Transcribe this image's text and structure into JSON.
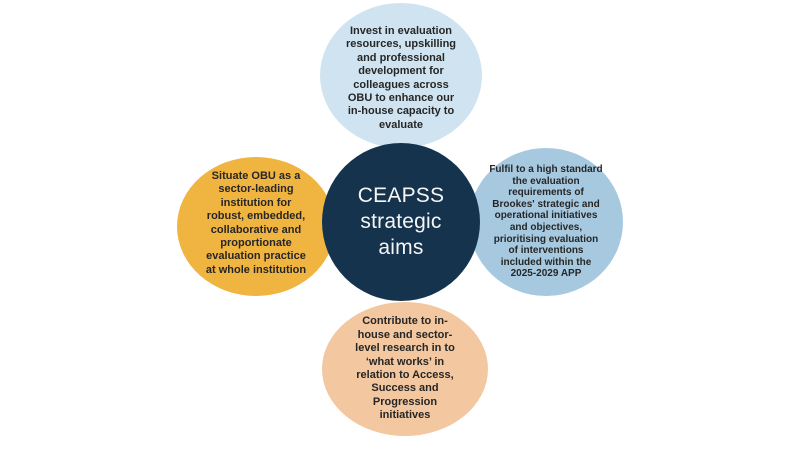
{
  "diagram": {
    "center": {
      "label": "CEAPSS\nstrategic\naims",
      "color": "#16334d",
      "text_color": "#f6f6f4"
    },
    "nodes": [
      {
        "id": "invest",
        "position": "top",
        "color": "#cfe4f0",
        "text_color": "#262626",
        "text": "Invest in evaluation\nresources, upskilling\nand professional\ndevelopment for\ncolleagues across\nOBU to enhance our\nin-house capacity to\nevaluate"
      },
      {
        "id": "situate",
        "position": "left",
        "color": "#f0b441",
        "text_color": "#262626",
        "text": "Situate OBU as a\nsector-leading\ninstitution for\nrobust, embedded,\ncollaborative and\nproportionate\nevaluation practice\nat whole institution"
      },
      {
        "id": "fulfil",
        "position": "right",
        "color": "#a6c9e0",
        "text_color": "#262626",
        "text": "Fulfil to a high standard\nthe evaluation\nrequirements of\nBrookes' strategic and\noperational initiatives\nand objectives,\nprioritising evaluation\nof interventions\nincluded within the\n2025-2029 APP"
      },
      {
        "id": "contribute",
        "position": "bottom",
        "color": "#f3c79f",
        "text_color": "#262626",
        "text": "Contribute to in-\nhouse and sector-\nlevel research in to\n‘what works’ in\nrelation to Access,\nSuccess and\nProgression\ninitiatives"
      }
    ]
  }
}
